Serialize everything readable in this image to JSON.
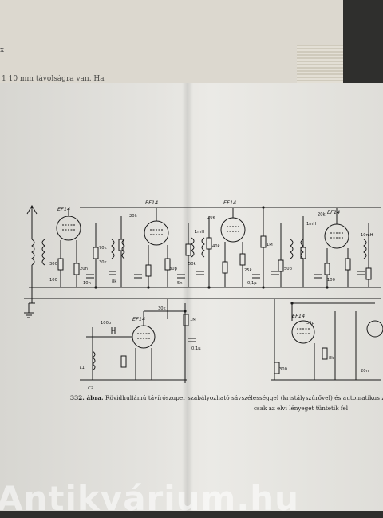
{
  "back_page": {
    "peek_text": "1 10 mm távolságra van. Ha",
    "peek_mark": "x"
  },
  "figure": {
    "caption_number": "332. ábra.",
    "caption_line1": "Rövidhullámú távírószuper szabályozható sávszélességgel (kristályszűrővel) és automatikus zavarszűréssel",
    "caption_line2": "csak az elvi lényeget tüntetik fel"
  },
  "schematic": {
    "tubes": [
      "EF14",
      "EF14",
      "EF14",
      "EF14",
      "EF14",
      "EF14"
    ],
    "component_labels": [
      "20k",
      "20k",
      "20k",
      "70k",
      "1mH",
      "1mH",
      "10mH",
      "300",
      "20n",
      "30k",
      "8k",
      "100",
      "10n",
      "30p",
      "50k",
      "5n",
      "40k",
      "25k",
      "1M",
      "0,1μ",
      "50p",
      "100p",
      "30k",
      "0,1μ",
      "1M",
      "35p",
      "8k",
      "300",
      "100",
      "20n"
    ],
    "coil_labels": [
      "L1",
      "C2"
    ]
  },
  "watermark": "Antikvárium.hu"
}
